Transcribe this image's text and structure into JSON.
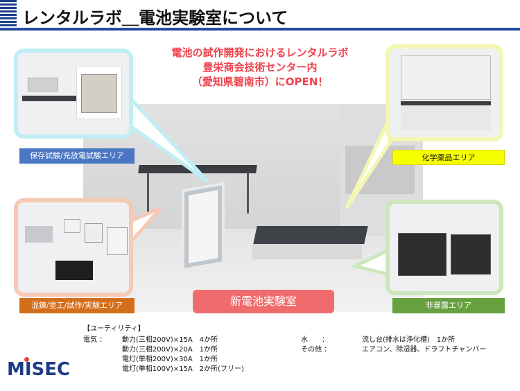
{
  "header": {
    "title": "レンタルラボ＿電池実験室について"
  },
  "headline": [
    "電池の試作開発におけるレンタルラボ",
    "豊栄商会技術センター内",
    "（愛知県碧南市）にOPEN！"
  ],
  "areas": {
    "storage": "保存試験/充放電試験エリア",
    "chemical": "化学薬品エリア",
    "mixing": "混錬/塗工/試作/実験エリア",
    "non_exposure": "非暴露エリア"
  },
  "new_lab": "新電池実験室",
  "utilities": {
    "heading": "【ユーティリティ】",
    "electric_label": "電気 ：",
    "electric": [
      "動力(三相200V)×15A　4か所",
      "動力(三相200V)×20A　1か所",
      "電灯(単相200V)×30A　1か所",
      "電灯(単相100V)×15A　2か所(フリー)"
    ],
    "water_label": "水　　：",
    "water": "流し台(排水は浄化槽)　1か所",
    "other_label": "その他 ：",
    "other": "エアコン、除湿器、ドラフトチャンバー"
  },
  "logo": {
    "text": "MISEC",
    "mark_color": "#e5462f",
    "brand_color": "#1f3a86"
  }
}
